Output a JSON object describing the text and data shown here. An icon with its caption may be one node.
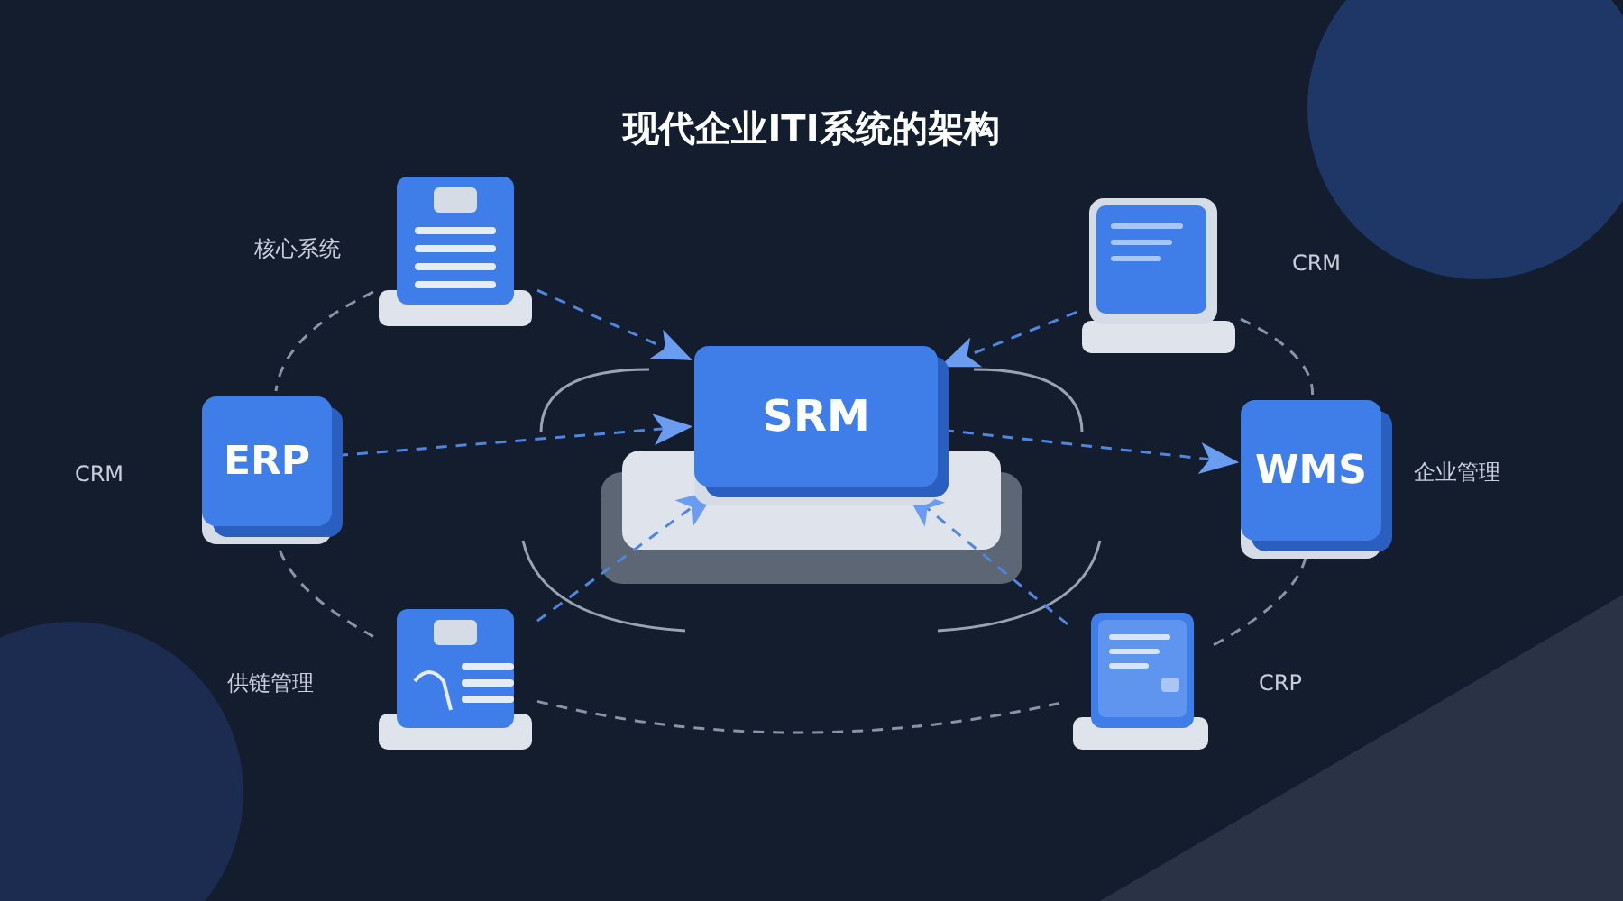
{
  "diagram": {
    "title": "现代企业ITI系统的架构",
    "nodes": [
      {
        "text": [
          "SRM"
        ]
      },
      {
        "text": [],
        "shape": "picture",
        "beside": [
          "核心系统"
        ]
      },
      {
        "text": [
          "ERP"
        ],
        "beside": [
          "CRM"
        ]
      },
      {
        "text": [],
        "shape": "picture",
        "beside": [
          "供链管理"
        ]
      },
      {
        "text": [],
        "shape": "picture",
        "beside": [
          "CRM"
        ]
      },
      {
        "text": [
          "WMS"
        ],
        "beside": [
          "企业管理"
        ]
      },
      {
        "text": [],
        "shape": "picture",
        "beside": [
          "CRP"
        ]
      }
    ],
    "edges": [
      {
        "from": 1,
        "to": 0,
        "arrow": "to",
        "style": "dashed"
      },
      {
        "from": 2,
        "to": 0,
        "arrow": "to",
        "style": "dashed"
      },
      {
        "from": 4,
        "to": 0,
        "arrow": "to",
        "style": "dashed"
      },
      {
        "from": 0,
        "to": 5,
        "arrow": "to",
        "style": "dashed"
      },
      {
        "from": 3,
        "to": 0,
        "arrow": "to",
        "style": "dashed"
      },
      {
        "from": 6,
        "to": 0,
        "arrow": "to",
        "style": "dashed"
      },
      {
        "from": 1,
        "to": 2,
        "arrow": "none",
        "style": "dashed",
        "color": "#8a94a6"
      },
      {
        "from": 2,
        "to": 3,
        "arrow": "none",
        "style": "dashed",
        "color": "#8a94a6"
      },
      {
        "from": 3,
        "to": 6,
        "arrow": "none",
        "style": "dashed",
        "color": "#8a94a6"
      },
      {
        "from": 6,
        "to": 5,
        "arrow": "none",
        "style": "dashed",
        "color": "#8a94a6"
      },
      {
        "from": 5,
        "to": 4,
        "arrow": "none",
        "style": "dashed",
        "color": "#8a94a6"
      }
    ]
  }
}
